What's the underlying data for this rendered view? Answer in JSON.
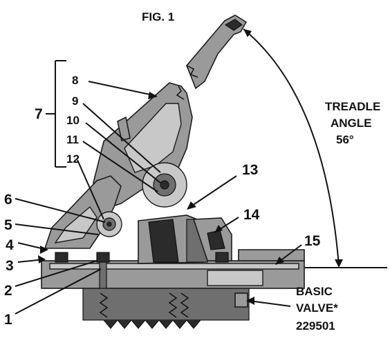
{
  "figure": {
    "title": "FIG. 1",
    "angle_label": {
      "line1": "TREADLE",
      "line2": "ANGLE",
      "value": "56°"
    },
    "valve_label": {
      "line1": "BASIC",
      "line2": "VALVE*",
      "part": "229501"
    },
    "group_label": "7",
    "callouts": [
      "1",
      "2",
      "3",
      "4",
      "5",
      "6",
      "8",
      "9",
      "10",
      "11",
      "12",
      "13",
      "14",
      "15"
    ]
  }
}
